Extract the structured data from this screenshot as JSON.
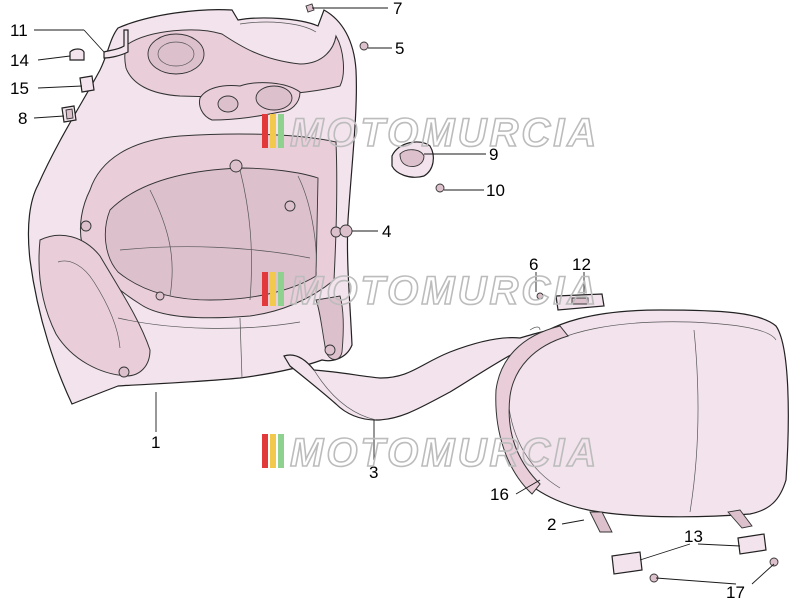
{
  "watermark": {
    "text": "MOTOMURCIA",
    "flag_colors": [
      "#e23a3a",
      "#f2c94c",
      "#8fd18f"
    ]
  },
  "callouts": [
    {
      "id": "1",
      "label": "1"
    },
    {
      "id": "2",
      "label": "2"
    },
    {
      "id": "3",
      "label": "3"
    },
    {
      "id": "4",
      "label": "4"
    },
    {
      "id": "5",
      "label": "5"
    },
    {
      "id": "6",
      "label": "6"
    },
    {
      "id": "7",
      "label": "7"
    },
    {
      "id": "8",
      "label": "8"
    },
    {
      "id": "9",
      "label": "9"
    },
    {
      "id": "10",
      "label": "10"
    },
    {
      "id": "11",
      "label": "11"
    },
    {
      "id": "12",
      "label": "12"
    },
    {
      "id": "13",
      "label": "13"
    },
    {
      "id": "14",
      "label": "14"
    },
    {
      "id": "15",
      "label": "15"
    },
    {
      "id": "16",
      "label": "16"
    },
    {
      "id": "17",
      "label": "17"
    }
  ],
  "colors": {
    "part_fill": "#f2e3ec",
    "part_shade": "#e9ced9",
    "line": "#1a1a1a"
  }
}
